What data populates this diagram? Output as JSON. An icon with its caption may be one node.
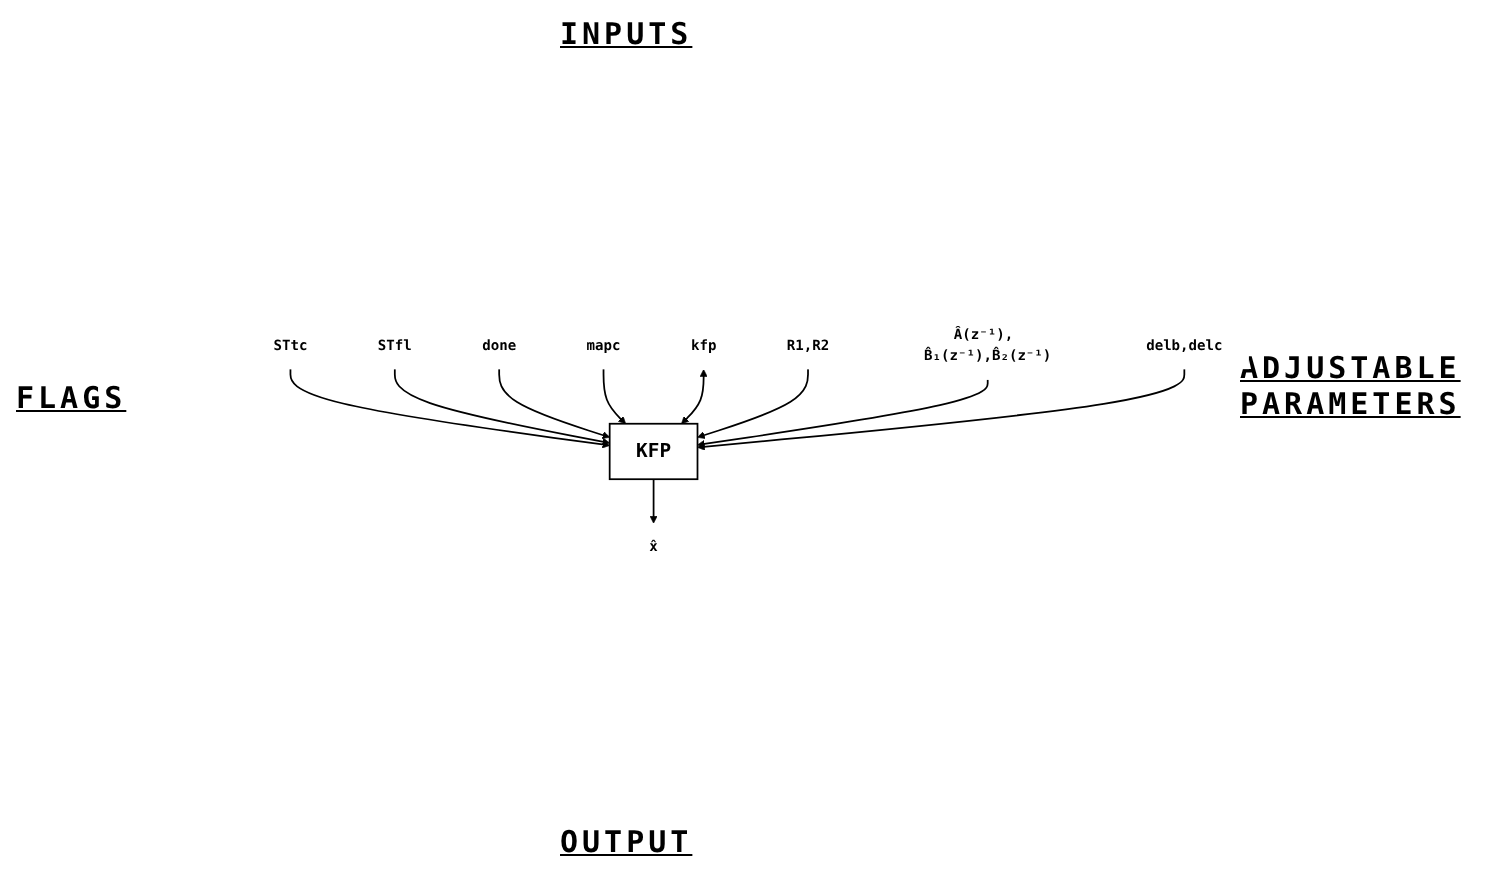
{
  "diagram": {
    "nodes": [
      {
        "text": [
          "STtc"
        ]
      },
      {
        "text": [
          "STfl"
        ]
      },
      {
        "text": [
          "done"
        ]
      },
      {
        "text": [
          "mapc"
        ]
      },
      {
        "text": [
          "kfp"
        ]
      },
      {
        "text": [
          "KFP"
        ]
      },
      {
        "text": [
          "R1,R2"
        ]
      },
      {
        "text": [
          "Â(z⁻¹), B̂₁(z⁻¹),B̂₂(z⁻¹)"
        ]
      },
      {
        "text": [
          "delb,delc"
        ]
      },
      {
        "text": [
          "x̂"
        ]
      }
    ],
    "edges": [
      {
        "from": 0,
        "to": 5,
        "arrow": "to"
      },
      {
        "from": 1,
        "to": 5,
        "arrow": "to"
      },
      {
        "from": 2,
        "to": 5,
        "arrow": "to"
      },
      {
        "from": 3,
        "to": 5,
        "arrow": "to"
      },
      {
        "from": 4,
        "to": 5,
        "arrow": "both"
      },
      {
        "from": 6,
        "to": 5,
        "arrow": "to"
      },
      {
        "from": 7,
        "to": 5,
        "arrow": "to"
      },
      {
        "from": 8,
        "to": 5,
        "arrow": "to"
      },
      {
        "from": 5,
        "to": 9,
        "arrow": "to"
      }
    ],
    "labels": [
      "INPUTS",
      "FLAGS",
      "ADJUSTABLE PARAMETERS",
      "OUTPUT"
    ]
  }
}
